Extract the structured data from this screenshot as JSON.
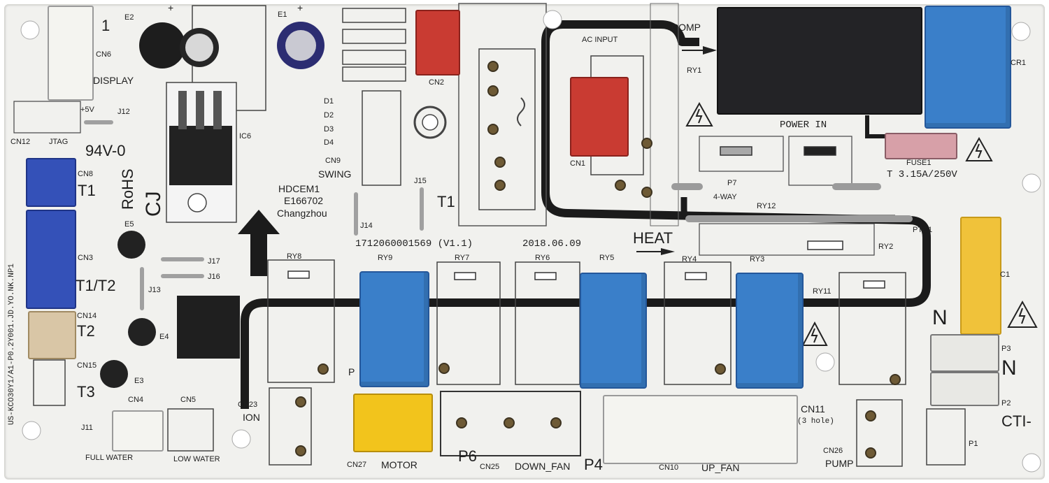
{
  "board": {
    "colors": {
      "board": "#f1f1ee",
      "trace": "#1b1b1b",
      "relay_blue": "#3a7fc9",
      "relay_black": "#232326",
      "connector_red": "#c93b32",
      "connector_yellow": "#f2c41c",
      "connector_blue": "#3451b8",
      "connector_white": "#f4f4f0",
      "connector_beige": "#d9c6a6",
      "capacitor_yellow": "#f0c23a"
    },
    "labels": {
      "circle_1": "1",
      "e2": "E2",
      "plus": "+",
      "e1": "E1",
      "cn6": "CN6",
      "display": "DISPLAY",
      "plus5v": "+5V",
      "j12": "J12",
      "cn12": "CN12",
      "jtag": "JTAG",
      "v94": "94V-0",
      "rohs": "RoHS",
      "cj": "CJ",
      "ic6": "IC6",
      "cn8": "CN8",
      "t1_left": "T1",
      "cn3": "CN3",
      "t1t2": "T1/T2",
      "cn14": "CN14",
      "t2": "T2",
      "cn15": "CN15",
      "t3": "T3",
      "e5": "E5",
      "e4": "E4",
      "e3": "E3",
      "j17": "J17",
      "j16": "J16",
      "j13": "J13",
      "j11": "J11",
      "cn4": "CN4",
      "cn5": "CN5",
      "full_water": "FULL WATER",
      "low_water": "LOW WATER",
      "cn23": "CN23",
      "ion": "ION",
      "d1": "D1",
      "d2": "D2",
      "d3": "D3",
      "d4": "D4",
      "cn9": "CN9",
      "swing": "SWING",
      "cn2": "CN2",
      "ul_mark": "HDCEM1",
      "e_number": "E166702",
      "city": "Changzhou",
      "j14": "J14",
      "j15": "J15",
      "t1_mid": "T1",
      "serial": "1712060001569 (V1.1)",
      "date": "2018.06.09",
      "ac_input": "AC  INPUT",
      "cn1": "CN1",
      "comp": "COMP",
      "ry1": "RY1",
      "cr1": "CR1",
      "power_in": "POWER IN",
      "fuse1": "FUSE1",
      "fuse_rating": "T 3.15A/250V",
      "p7": "P7",
      "four_way": "4-WAY",
      "ry12": "RY12",
      "ptc1": "PTC1",
      "heat": "HEAT",
      "ry2": "RY2",
      "c1": "C1",
      "ry8": "RY8",
      "ry9": "RY9",
      "ry7": "RY7",
      "ry6": "RY6",
      "ry5": "RY5",
      "ry4": "RY4",
      "ry3": "RY3",
      "ry11": "RY11",
      "n_top": "N",
      "n_bottom": "N",
      "p3": "P3",
      "p2": "P2",
      "p1": "P1",
      "cti": "CTI-",
      "cn11": "CN11",
      "three_hole": "(3 hole)",
      "cn26": "CN26",
      "pump": "PUMP",
      "cn27": "CN27",
      "motor": "MOTOR",
      "p6": "P6",
      "cn25": "CN25",
      "down_fan": "DOWN_FAN",
      "p4": "P4",
      "cn10": "CN10",
      "up_fan": "UP_FAN",
      "p_label": "P",
      "side_code": "US-KCO30Y1/A1-P0.2Y001.JD.YO.NK.NP1"
    }
  }
}
